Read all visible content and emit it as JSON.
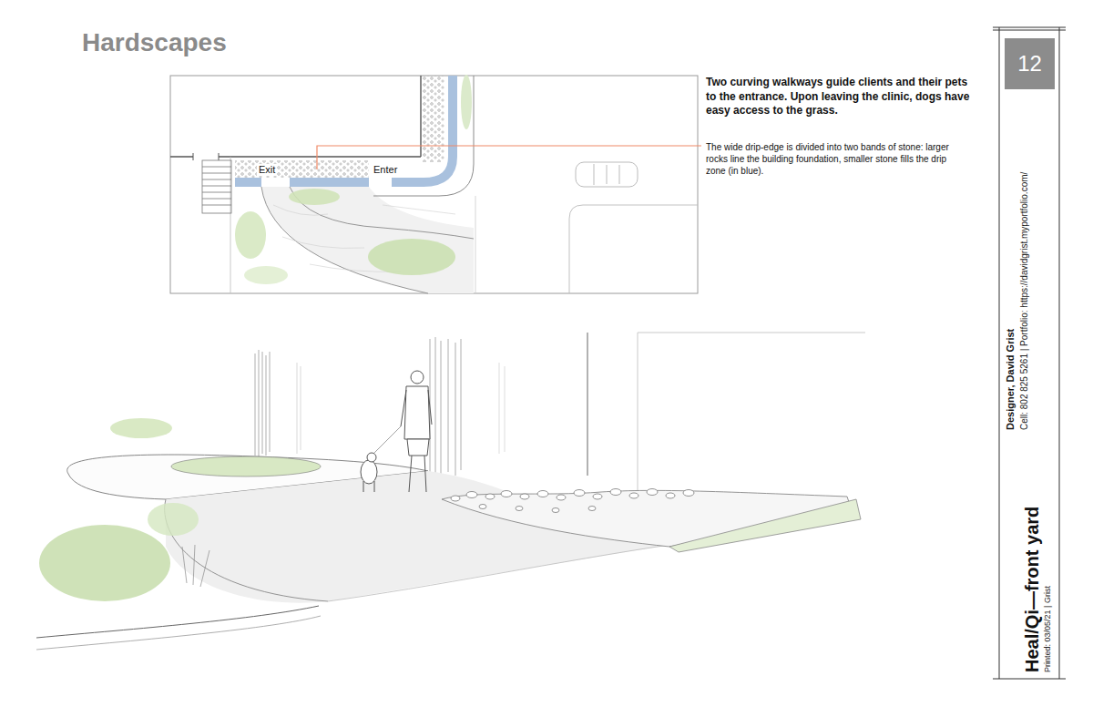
{
  "diagram": {
    "title": "Hardscapes",
    "nodes": [
      {
        "text": [
          "12"
        ]
      }
    ],
    "labels": [
      "Two curving walkways guide clients and their pets to the entrance. Upon leaving the clinic, dogs have easy access to the grass.",
      "The wide drip-edge is divided into two bands of stone: larger rocks line the building foundation, smaller stone fills the drip zone (in blue).",
      "Exit",
      "Enter",
      "Heal/Qi—front yard",
      "Printed: 03/05/21 | Grist",
      "Designer, David Grist",
      "Cell: 802 825 5261 | Portfolio: https://davidgrist.myportfolio.com/"
    ]
  }
}
